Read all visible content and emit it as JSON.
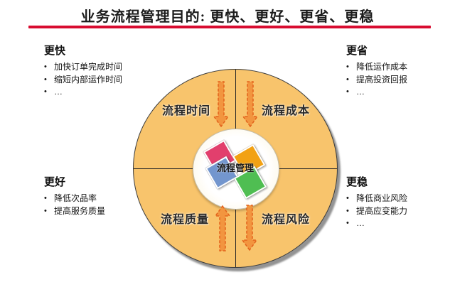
{
  "slide": {
    "title": "业务流程管理目的: 更快、更好、更省、更稳"
  },
  "corner_blocks": {
    "faster": {
      "heading": "更快",
      "bullets": [
        "加快订单完成时间",
        "缩短内部运作时间",
        "…"
      ]
    },
    "cheaper": {
      "heading": "更省",
      "bullets": [
        "降低运作成本",
        "提高投资回报",
        "…"
      ]
    },
    "better": {
      "heading": "更好",
      "bullets": [
        "降低次品率",
        "提高服务质量"
      ]
    },
    "stabler": {
      "heading": "更稳",
      "bullets": [
        "降低商业风险",
        "提高应变能力",
        "…"
      ]
    }
  },
  "diagram": {
    "quadrants": [
      {
        "label": "流程时间",
        "position": "top-left",
        "arrow_direction": "down"
      },
      {
        "label": "流程成本",
        "position": "top-right",
        "arrow_direction": "down"
      },
      {
        "label": "流程质量",
        "position": "bottom-left",
        "arrow_direction": "up"
      },
      {
        "label": "流程风险",
        "position": "bottom-right",
        "arrow_direction": "down"
      }
    ],
    "center_label": "流程管理",
    "center_icon": "four-tilted-squares-icon"
  },
  "colors": {
    "title_underline": "#D80C30",
    "circle_fill": "#F8C46C",
    "circle_border": "#3C3C3C",
    "arrow_fill": "#F2953F",
    "arrow_outline": "#E2621B",
    "icon_square_pink": "#E23F6D",
    "icon_square_orange": "#F2A113",
    "icon_square_blue": "#7396CE",
    "icon_square_green": "#4FBE52"
  }
}
